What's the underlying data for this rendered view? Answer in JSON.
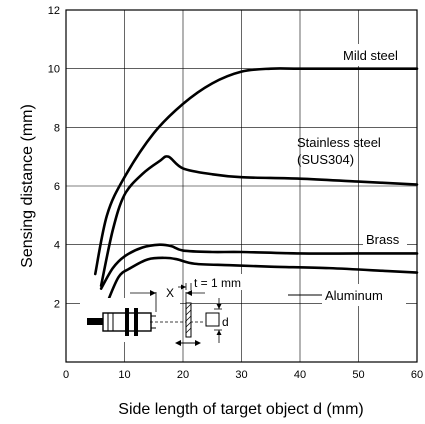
{
  "chart_data": {
    "type": "line",
    "xlabel": "Side length of target object d (mm)",
    "ylabel": "Sensing distance  (mm)",
    "xlim": [
      0,
      60
    ],
    "ylim": [
      0,
      12
    ],
    "xticks": [
      "0",
      "10",
      "20",
      "30",
      "40",
      "50",
      "60"
    ],
    "yticks": [
      "2",
      "4",
      "6",
      "8",
      "10",
      "12"
    ],
    "grid": true,
    "series": [
      {
        "name": "Mild steel",
        "x": [
          5,
          7,
          10,
          15,
          20,
          25,
          30,
          35,
          40,
          50,
          60
        ],
        "y": [
          3.0,
          5.0,
          6.3,
          7.8,
          8.8,
          9.5,
          9.9,
          10.0,
          10.0,
          10.0,
          10.0
        ]
      },
      {
        "name": "Stainless steel (SUS304)",
        "x": [
          6,
          8,
          10,
          13,
          16,
          17.5,
          20,
          25,
          30,
          40,
          50,
          60
        ],
        "y": [
          2.6,
          4.5,
          5.7,
          6.4,
          6.85,
          7.0,
          6.6,
          6.4,
          6.3,
          6.25,
          6.15,
          6.05
        ]
      },
      {
        "name": "Brass",
        "x": [
          6,
          8,
          10,
          13,
          16,
          18,
          20,
          25,
          30,
          40,
          50,
          60
        ],
        "y": [
          2.5,
          3.2,
          3.6,
          3.9,
          4.0,
          3.95,
          3.8,
          3.75,
          3.75,
          3.7,
          3.7,
          3.7
        ]
      },
      {
        "name": "Aluminum",
        "x": [
          7,
          9,
          11,
          14,
          17,
          19,
          22,
          28,
          35,
          45,
          55,
          60
        ],
        "y": [
          2.0,
          2.9,
          3.2,
          3.5,
          3.55,
          3.5,
          3.35,
          3.3,
          3.25,
          3.2,
          3.1,
          3.05
        ]
      }
    ],
    "labels": {
      "mild_steel": "Mild steel",
      "stainless_line1": "Stainless steel",
      "stainless_line2": "(SUS304)",
      "brass": "Brass",
      "aluminum": "Aluminum"
    },
    "inset": {
      "x_label": "X",
      "t_label": "t = 1 mm",
      "d_label": "d"
    }
  }
}
